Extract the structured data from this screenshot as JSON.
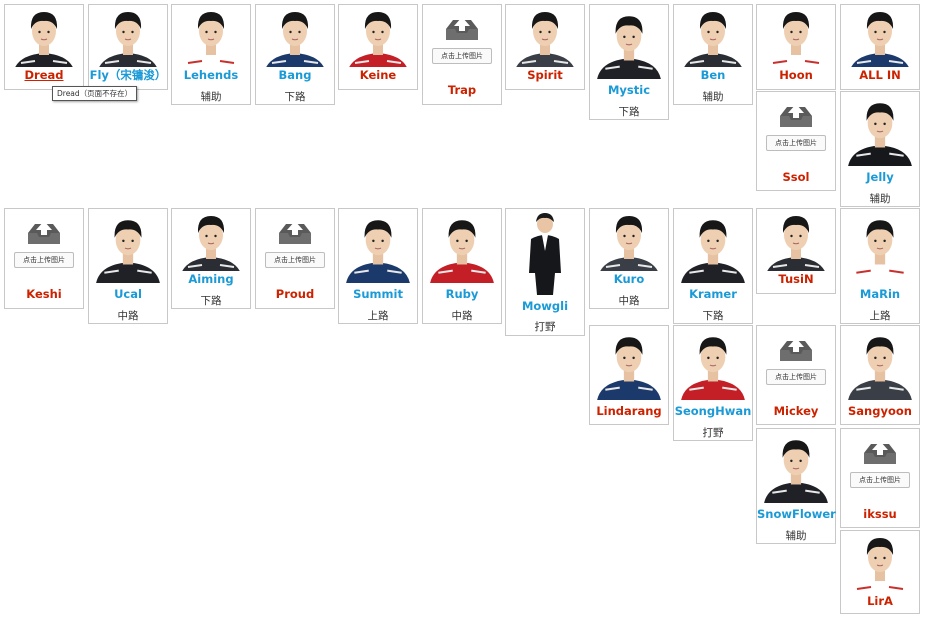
{
  "upload_button_label": "点击上传图片",
  "tooltip": "Dread（页面不存在）",
  "colors": {
    "red_link": "#cc2200",
    "blue_link": "#1a9ad6",
    "border": "#c8c8c8"
  },
  "players": [
    {
      "name": "Dread",
      "color": "red",
      "underline": true,
      "photo": "player"
    },
    {
      "name": "Fly（宋镛浚）",
      "color": "blue",
      "photo": "player"
    },
    {
      "name": "Lehends",
      "color": "blue",
      "role": "辅助",
      "photo": "player"
    },
    {
      "name": "Bang",
      "color": "blue",
      "role": "下路",
      "photo": "player"
    },
    {
      "name": "Keine",
      "color": "red",
      "photo": "player"
    },
    {
      "name": "Trap",
      "color": "red",
      "photo": "upload"
    },
    {
      "name": "Spirit",
      "color": "red",
      "photo": "player"
    },
    {
      "name": "Mystic",
      "color": "blue",
      "role": "下路",
      "photo": "player"
    },
    {
      "name": "Ben",
      "color": "blue",
      "role": "辅助",
      "photo": "player"
    },
    {
      "name": "Hoon",
      "color": "red",
      "photo": "player"
    },
    {
      "name": "ALL IN",
      "color": "red",
      "photo": "player"
    },
    {
      "name": "Ssol",
      "color": "red",
      "photo": "upload"
    },
    {
      "name": "Jelly",
      "color": "blue",
      "role": "辅助",
      "photo": "player"
    },
    {
      "name": "Keshi",
      "color": "red",
      "photo": "upload"
    },
    {
      "name": "Ucal",
      "color": "blue",
      "role": "中路",
      "photo": "player"
    },
    {
      "name": "Aiming",
      "color": "blue",
      "role": "下路",
      "photo": "player"
    },
    {
      "name": "Proud",
      "color": "red",
      "photo": "upload"
    },
    {
      "name": "Summit",
      "color": "blue",
      "role": "上路",
      "photo": "player"
    },
    {
      "name": "Ruby",
      "color": "blue",
      "role": "中路",
      "photo": "player"
    },
    {
      "name": "Mowgli",
      "color": "blue",
      "role": "打野",
      "photo": "player"
    },
    {
      "name": "Kuro",
      "color": "blue",
      "role": "中路",
      "photo": "player"
    },
    {
      "name": "Kramer",
      "color": "blue",
      "role": "下路",
      "photo": "player"
    },
    {
      "name": "TusiN",
      "color": "red",
      "photo": "player"
    },
    {
      "name": "MaRin",
      "color": "blue",
      "role": "上路",
      "photo": "player"
    },
    {
      "name": "Lindarang",
      "color": "red",
      "photo": "player"
    },
    {
      "name": "SeongHwan",
      "color": "blue",
      "role": "打野",
      "photo": "player"
    },
    {
      "name": "Mickey",
      "color": "red",
      "photo": "upload"
    },
    {
      "name": "Sangyoon",
      "color": "red",
      "photo": "player"
    },
    {
      "name": "SnowFlower",
      "color": "blue",
      "role": "辅助",
      "photo": "player"
    },
    {
      "name": "ikssu",
      "color": "red",
      "photo": "upload"
    },
    {
      "name": "LirA",
      "color": "red",
      "photo": "player"
    }
  ]
}
